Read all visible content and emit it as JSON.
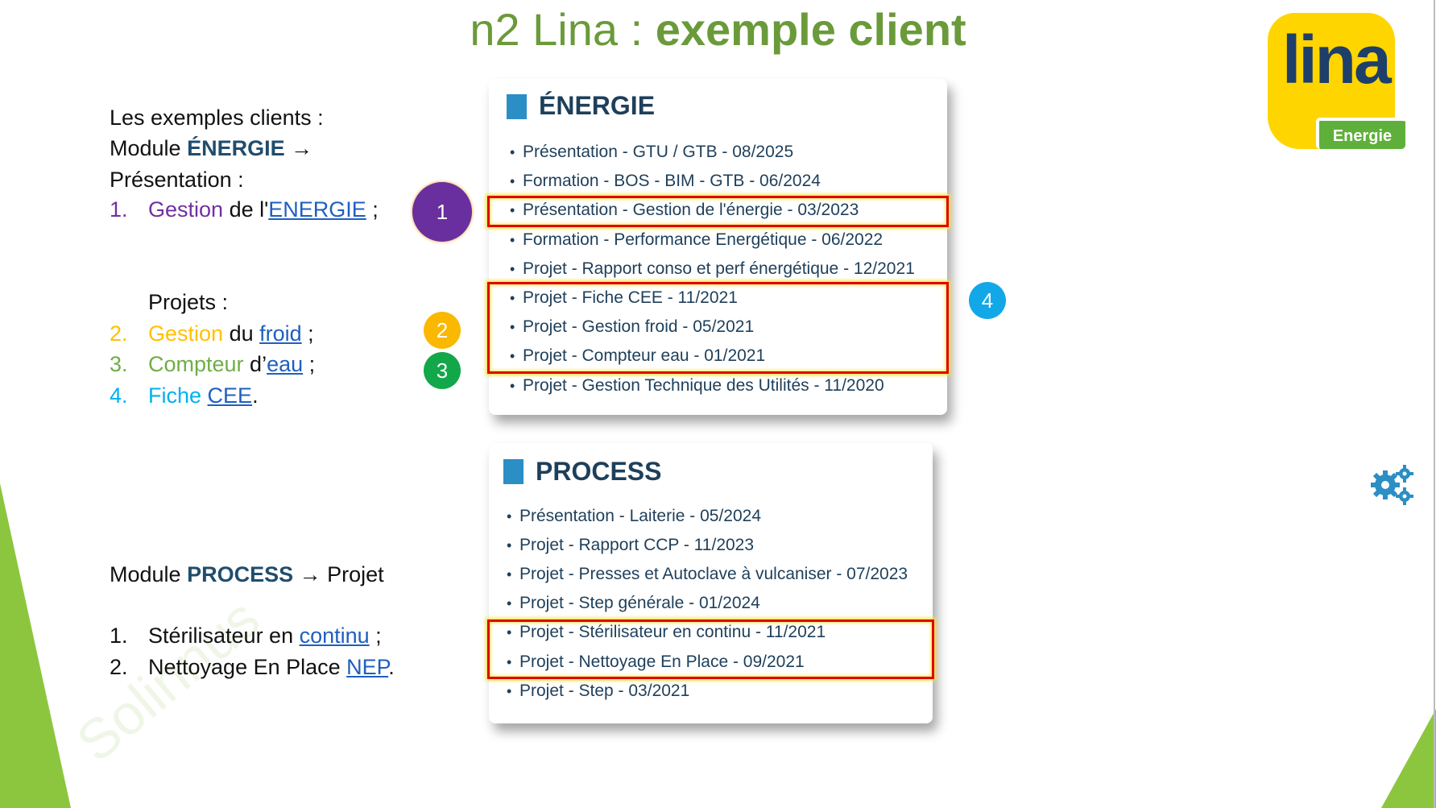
{
  "title": {
    "normal": "n2 Lina : ",
    "bold": "exemple client"
  },
  "logo": {
    "text": "lina",
    "badge": "Energie"
  },
  "watermark": "Solinnus",
  "left": {
    "intro": "Les exemples clients :",
    "module_energie_prefix": "Module ",
    "module_energie_name": "ÉNERGIE",
    "arrow": "→",
    "presentation": "Présentation :",
    "item1": {
      "num": "1.",
      "colored": "Gestion",
      "mid": " de l'",
      "link": "ENERGIE",
      "end": " ;"
    },
    "projets": "Projets :",
    "item2": {
      "num": "2.",
      "colored": "Gestion",
      "mid": " du ",
      "link": "froid",
      "end": " ;"
    },
    "item3": {
      "num": "3.",
      "colored": "Compteur",
      "mid": " d’",
      "link": "eau",
      "end": " ;"
    },
    "item4": {
      "num": "4.",
      "colored": "Fiche ",
      "link": "CEE",
      "end": "."
    },
    "module_process_prefix": "Module ",
    "module_process_name": "PROCESS",
    "module_process_suffix": " → Projet",
    "p1": {
      "num": "1.",
      "text": "Stérilisateur en ",
      "link": "continu",
      "end": " ;"
    },
    "p2": {
      "num": "2.",
      "text": "Nettoyage En Place ",
      "link": "NEP",
      "end": "."
    }
  },
  "markers": [
    {
      "label": "1",
      "color": "#6a2f9e"
    },
    {
      "label": "2",
      "color": "#fbb800"
    },
    {
      "label": "3",
      "color": "#12a84a"
    },
    {
      "label": "4",
      "color": "#12a8e8"
    }
  ],
  "energie": {
    "title": "ÉNERGIE",
    "items": [
      "Présentation - GTU / GTB - 08/2025",
      "Formation - BOS - BIM - GTB - 06/2024",
      "Présentation - Gestion de l'énergie - 03/2023",
      "Formation - Performance Energétique - 06/2022",
      "Projet - Rapport conso et perf énergétique - 12/2021",
      "Projet - Fiche CEE - 11/2021",
      "Projet - Gestion froid - 05/2021",
      "Projet - Compteur eau - 01/2021",
      "Projet - Gestion Technique des Utilités - 11/2020"
    ]
  },
  "process": {
    "title": "PROCESS",
    "items": [
      "Présentation - Laiterie - 05/2024",
      "Projet - Rapport CCP - 11/2023",
      "Projet - Presses et Autoclave à vulcaniser - 07/2023",
      "Projet - Step générale - 01/2024",
      "Projet - Stérilisateur en continu - 11/2021",
      "Projet - Nettoyage En Place - 09/2021",
      "Projet - Step - 03/2021"
    ]
  },
  "colors": {
    "purple": "#7030a0",
    "orange": "#ffc000",
    "green": "#70ad47",
    "blue": "#00b0f0",
    "title_green": "#6a9a3a",
    "highlight": "#e00000"
  }
}
